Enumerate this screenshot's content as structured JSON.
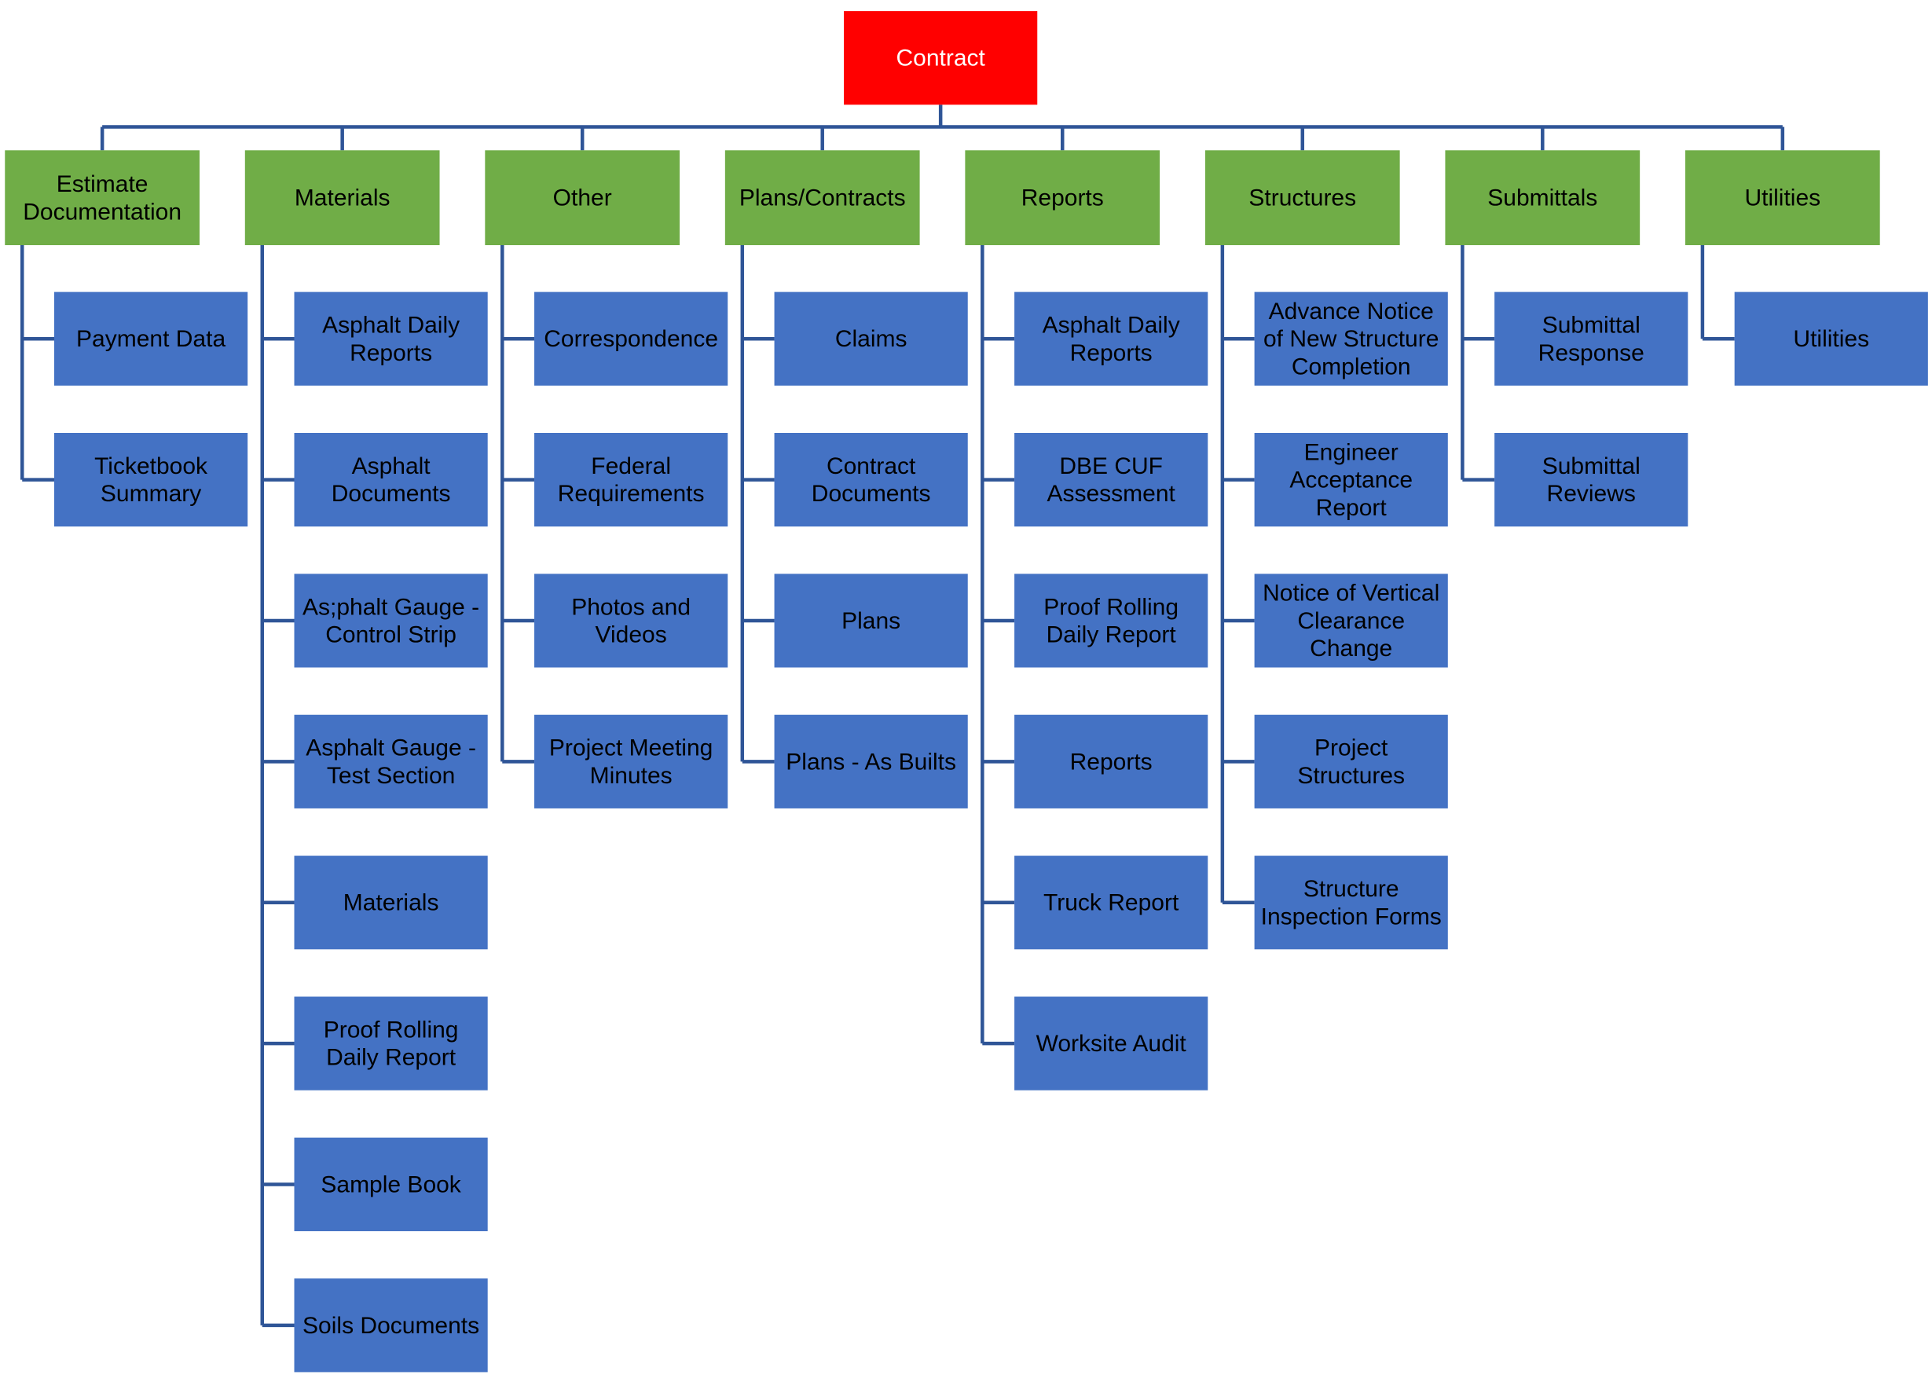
{
  "diagram": {
    "root": {
      "label": "Contract",
      "color": "#ff0000"
    },
    "colors": {
      "category": "#70ad47",
      "item": "#4472c4",
      "connector": "#2f5597"
    },
    "categories": [
      {
        "label": "Estimate Documentation",
        "items": [
          "Payment Data",
          "Ticketbook Summary"
        ]
      },
      {
        "label": "Materials",
        "items": [
          "Asphalt Daily Reports",
          "Asphalt Documents",
          "As;phalt Gauge - Control Strip",
          "Asphalt Gauge - Test Section",
          "Materials",
          "Proof Rolling Daily Report",
          "Sample Book",
          "Soils Documents"
        ]
      },
      {
        "label": "Other",
        "items": [
          "Correspondence",
          "Federal Requirements",
          "Photos and Videos",
          "Project Meeting Minutes"
        ]
      },
      {
        "label": "Plans/Contracts",
        "items": [
          "Claims",
          "Contract Documents",
          "Plans",
          "Plans - As Builts"
        ]
      },
      {
        "label": "Reports",
        "items": [
          "Asphalt Daily Reports",
          "DBE CUF Assessment",
          "Proof Rolling Daily Report",
          "Reports",
          "Truck Report",
          "Worksite Audit"
        ]
      },
      {
        "label": "Structures",
        "items": [
          "Advance Notice of New Structure Completion",
          "Engineer Acceptance Report",
          "Notice of Vertical Clearance Change",
          "Project Structures",
          "Structure Inspection Forms"
        ]
      },
      {
        "label": "Submittals",
        "items": [
          "Submittal Response",
          "Submittal Reviews"
        ]
      },
      {
        "label": "Utilities",
        "items": [
          "Utilities"
        ]
      }
    ]
  }
}
